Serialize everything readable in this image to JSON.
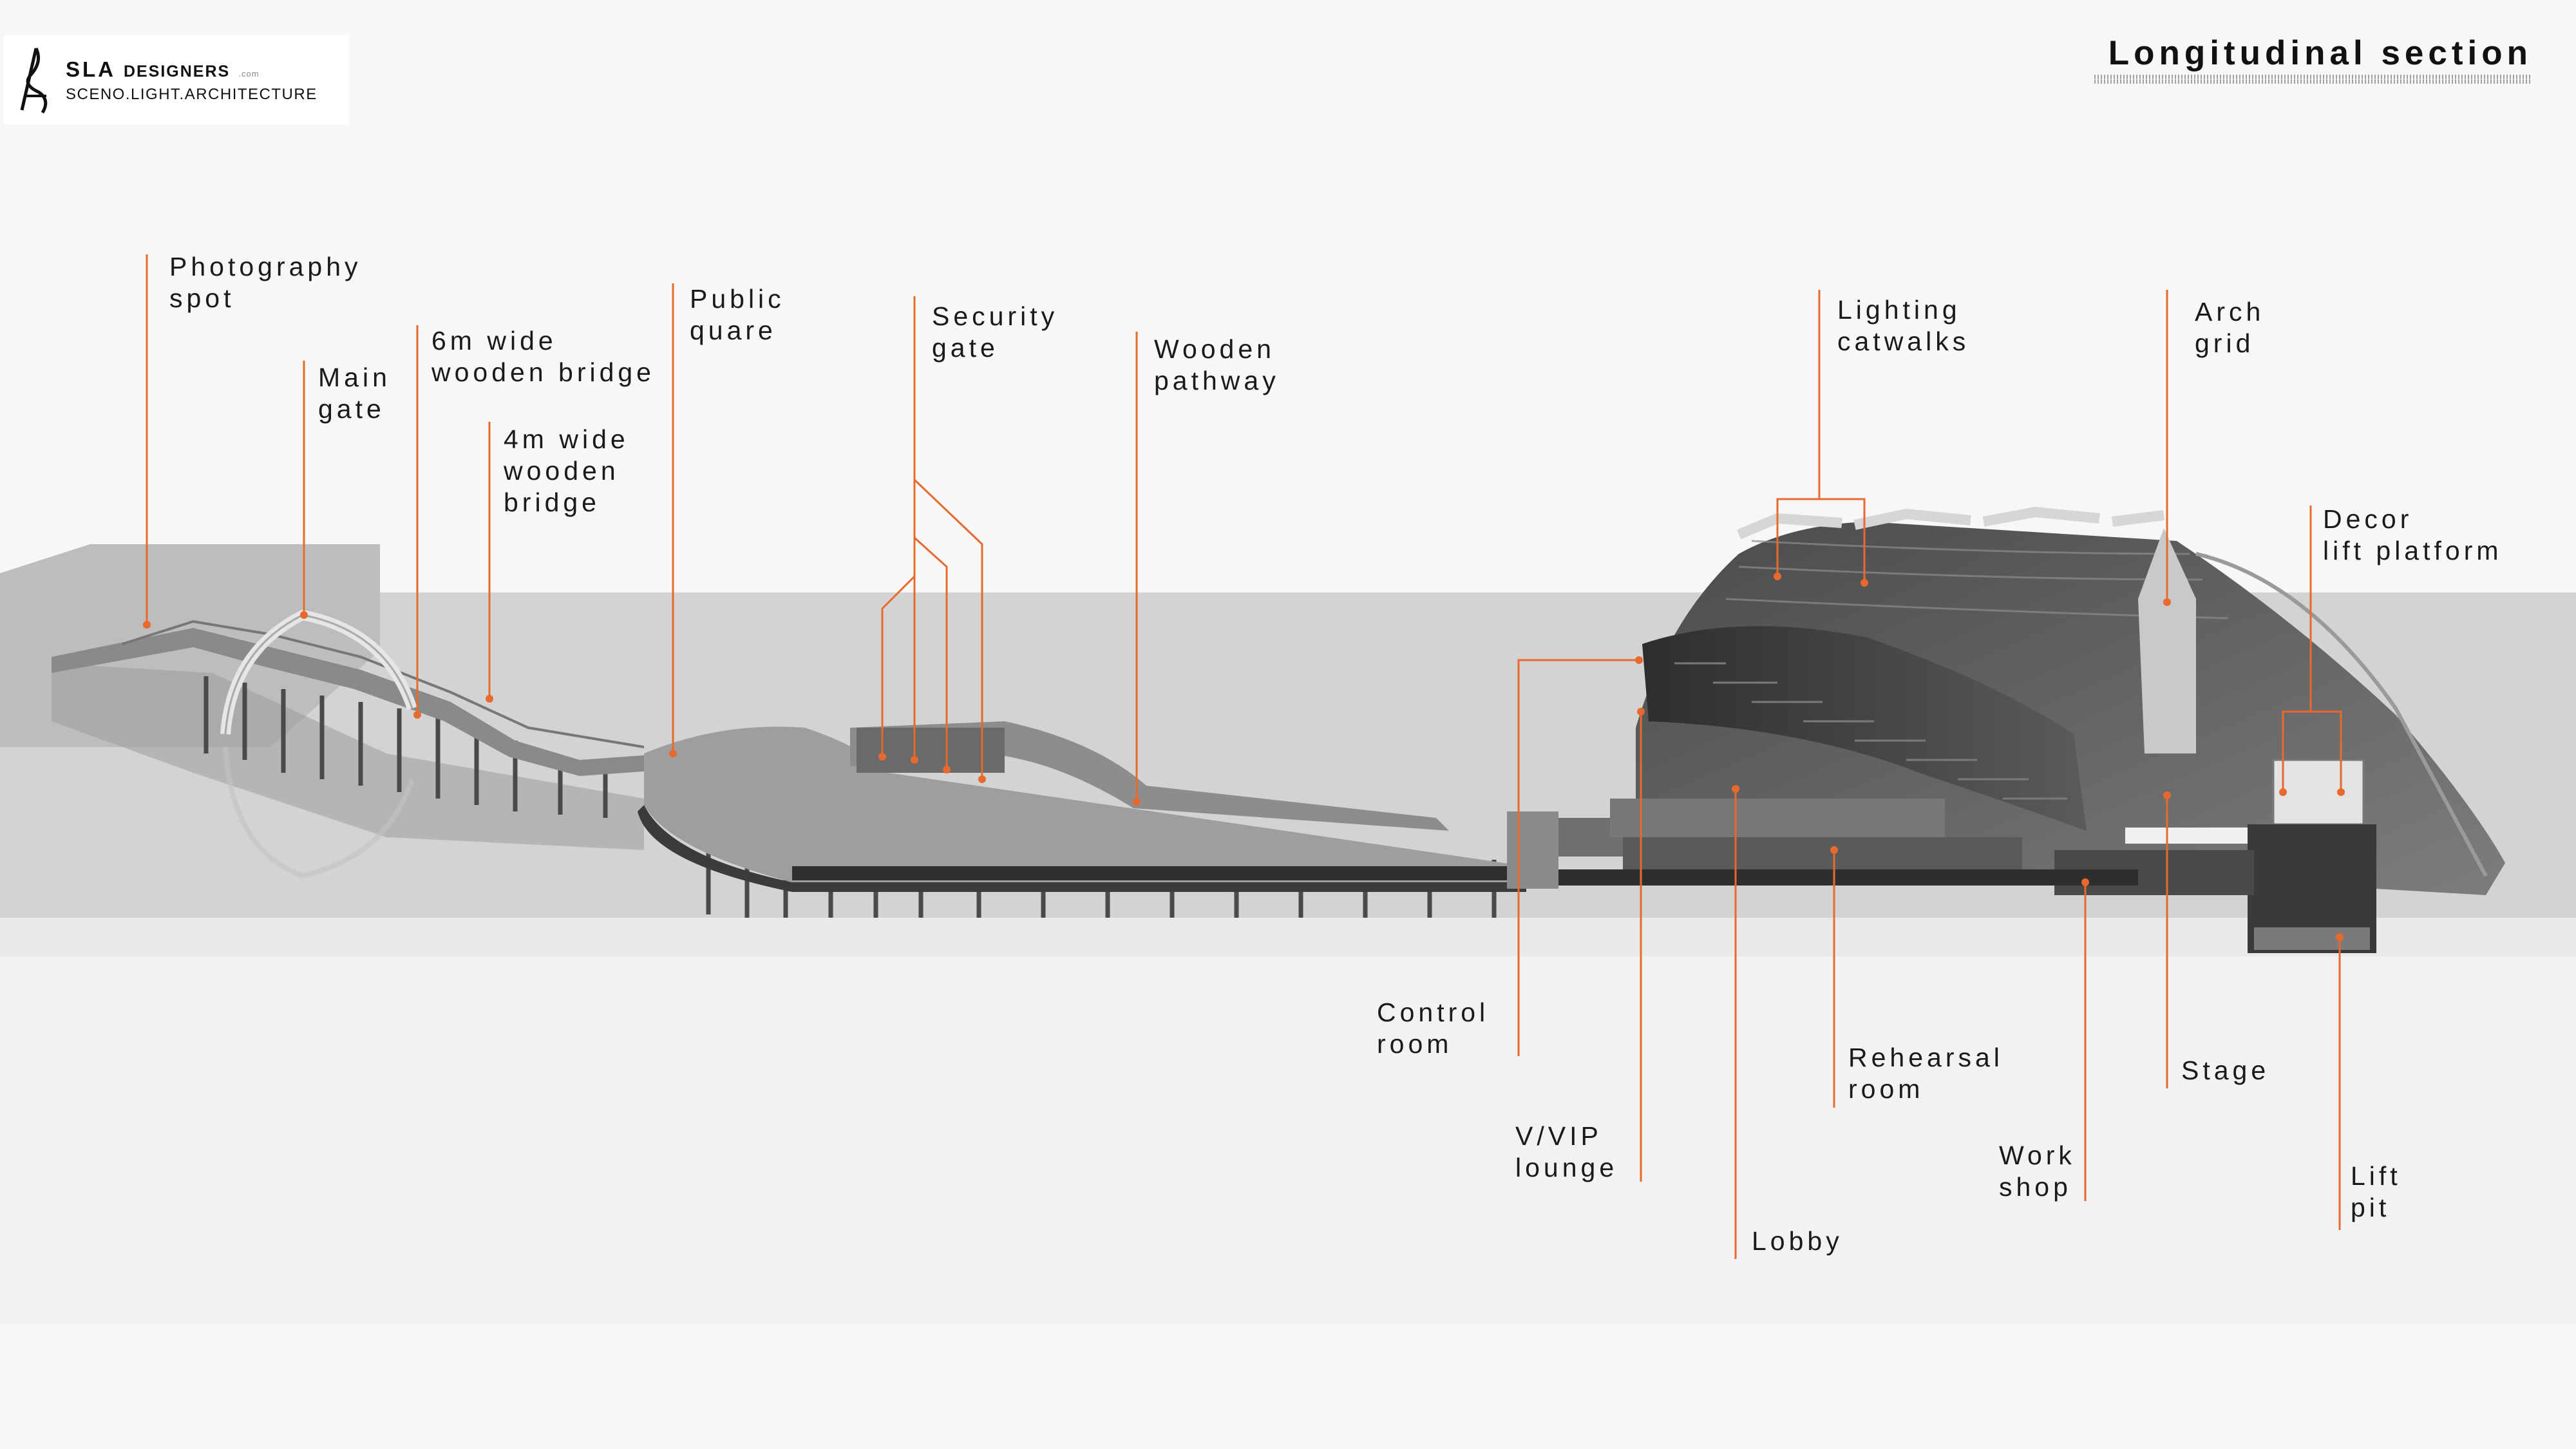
{
  "logo": {
    "name_big": "SLA",
    "name_small": "DESIGNERS",
    "name_suffix": ".com",
    "tagline": "SCENO.LIGHT.ARCHITECTURE"
  },
  "title": "Longitudinal section",
  "colors": {
    "accent": "#e8692f",
    "background": "#f7f7f7",
    "water": "#d2d2d2",
    "structure_dark": "#3a3a3a",
    "structure_light": "#a9a9a9"
  },
  "labels": {
    "photography_spot": "Photography\nspot",
    "main_gate": "Main\ngate",
    "bridge_6m": "6m wide\nwooden bridge",
    "bridge_4m": "4m wide\nwooden\nbridge",
    "public_square": "Public\nquare",
    "security_gate": "Security\ngate",
    "wooden_pathway": "Wooden\npathway",
    "lighting_catwalks": "Lighting\ncatwalks",
    "arch_grid": "Arch\ngrid",
    "decor_lift": "Decor\nlift platform",
    "control_room": "Control\nroom",
    "vvip_lounge": "V/VIP\nlounge",
    "lobby": "Lobby",
    "rehearsal_room": "Rehearsal\nroom",
    "work_shop": "Work\nshop",
    "stage": "Stage",
    "lift_pit": "Lift\npit"
  }
}
